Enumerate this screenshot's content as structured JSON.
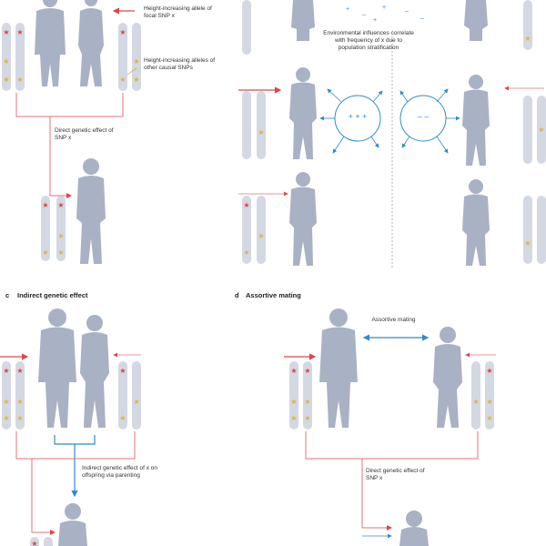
{
  "panel_a": {
    "label_focal": "Height-increasing allele of focal SNP x",
    "label_other": "Height-increasing alleles of other causal SNPs",
    "label_direct": "Direct genetic effect of SNP x"
  },
  "panel_b": {
    "label_env": "Environmental influences correlate with frequency of x due to population stratification",
    "plus_signs": "+ + +",
    "minus_signs": "– –"
  },
  "panel_c": {
    "letter": "c",
    "title": "Indirect genetic effect",
    "label_indirect": "Indirect genetic effect of x on offspring via parenting"
  },
  "panel_d": {
    "letter": "d",
    "title": "Assortive mating",
    "label_assort": "Assortive mating",
    "label_direct": "Direct genetic effect of SNP x"
  },
  "colors": {
    "figure": "#a9b1c4",
    "chromosome": "#d3d8e3",
    "red": "#e0434a",
    "gold": "#e2b23c",
    "blue": "#2f8ccb",
    "pink_line": "#e8717a"
  }
}
